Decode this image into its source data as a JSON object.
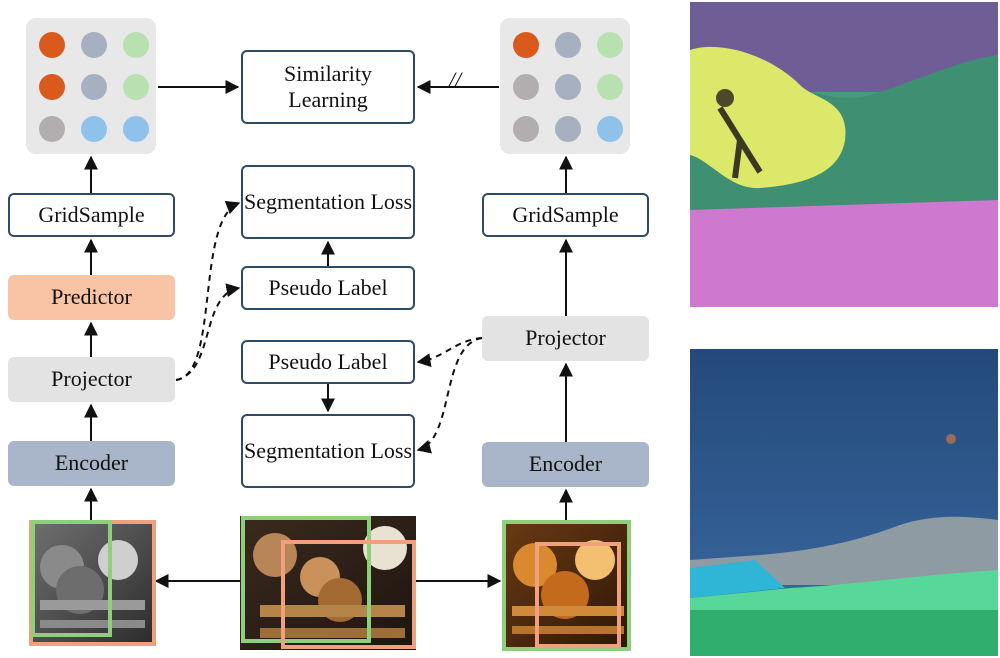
{
  "labels": {
    "similarity": "Similarity Learning",
    "grid_left": "GridSample",
    "grid_right": "GridSample",
    "predictor": "Predictor",
    "projector_left": "Projector",
    "projector_right": "Projector",
    "encoder_left": "Encoder",
    "encoder_right": "Encoder",
    "seg_loss_top": "Segmentation Loss",
    "pseudo_top": "Pseudo Label",
    "pseudo_bottom": "Pseudo Label",
    "seg_loss_bottom": "Segmentation Loss",
    "stop_grad": "//"
  },
  "colors": {
    "orange": "#d95a1c",
    "gray_blue": "#a7b0c0",
    "light_green": "#b9e0b1",
    "gray": "#b2aeb0",
    "light_blue": "#8fc2ea",
    "predictor_fill": "#f9c3a6",
    "projector_fill": "#e3e3e3",
    "encoder_fill": "#a9b5c8",
    "box_border": "#2f4a66",
    "crop_orange": "#f0a07c",
    "crop_green": "#8ecf7c"
  },
  "left_grid": [
    [
      "orange",
      "gray_blue",
      "light_green"
    ],
    [
      "orange",
      "gray_blue",
      "light_green"
    ],
    [
      "gray",
      "light_blue",
      "light_blue"
    ]
  ],
  "right_grid": [
    [
      "orange",
      "gray_blue",
      "light_green"
    ],
    [
      "gray",
      "gray_blue",
      "light_green"
    ],
    [
      "gray",
      "gray_blue",
      "light_blue"
    ]
  ],
  "images": {
    "left_input": "grayscale teddy bears crop",
    "center_input": "teddy bears original image",
    "right_input": "color-jittered teddy bears crop",
    "surf_seg": "surfing segmentation result",
    "beach_seg": "beach sky segmentation result"
  }
}
